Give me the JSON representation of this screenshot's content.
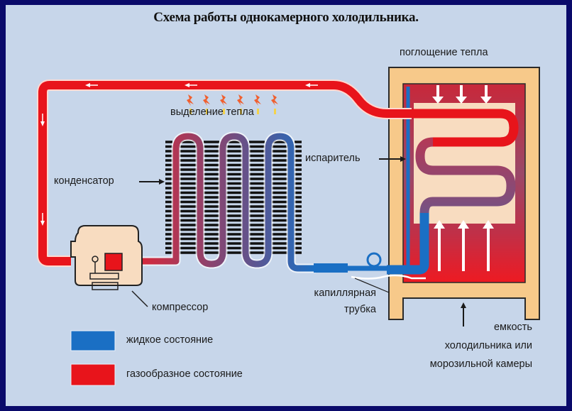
{
  "title": "Схема работы однокамерного холодильника.",
  "labels": {
    "heat_absorption": "поглощение тепла",
    "heat_release": "выделение тепла",
    "condenser": "конденсатор",
    "evaporator": "испаритель",
    "compressor": "компрессор",
    "capillary_line1": "капиллярная",
    "capillary_line2": "трубка",
    "cabinet_line1": "емкость",
    "cabinet_line2": "холодильника или",
    "cabinet_line3": "морозильной камеры"
  },
  "legend": [
    {
      "label": "жидкое состояние",
      "color": "#1a6fc4"
    },
    {
      "label": "газообразное состояние",
      "color": "#e8141b"
    }
  ],
  "colors": {
    "gas": "#e8141b",
    "liquid": "#1a6fc4",
    "cabinet": "#f7c98a",
    "background": "#c7d6ea",
    "border": "#0a0a6a"
  }
}
